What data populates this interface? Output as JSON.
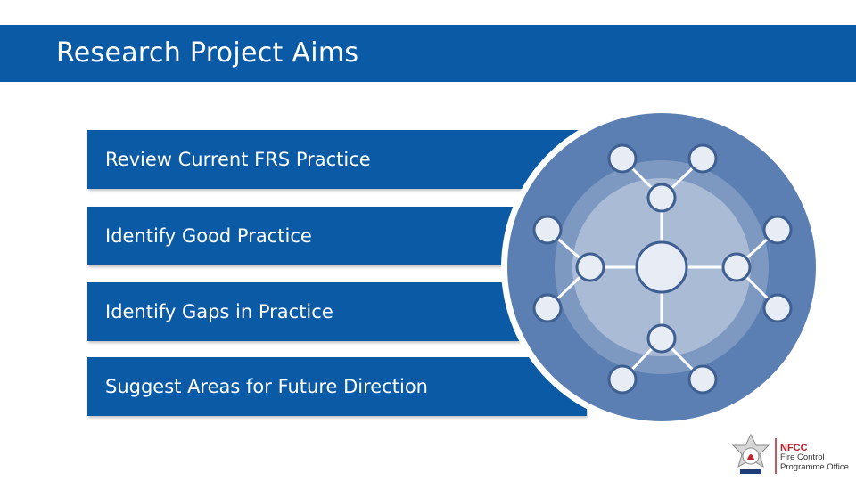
{
  "title": "Research Project Aims",
  "aims": [
    {
      "label": "Review Current FRS Practice"
    },
    {
      "label": "Identify Good Practice"
    },
    {
      "label": "Identify Gaps in Practice"
    },
    {
      "label": "Suggest Areas for Future Direction"
    }
  ],
  "logo": {
    "name": "NFCC",
    "line1": "Fire Control",
    "line2": "Programme Office"
  },
  "colors": {
    "primary": "#0b5aa6",
    "circle_outer": "#5b7fb2",
    "circle_inner": "#aabbd6",
    "node": "#ffffff"
  },
  "icons": {
    "diagram": "network-hub-icon",
    "logo": "fire-service-crest-icon"
  }
}
